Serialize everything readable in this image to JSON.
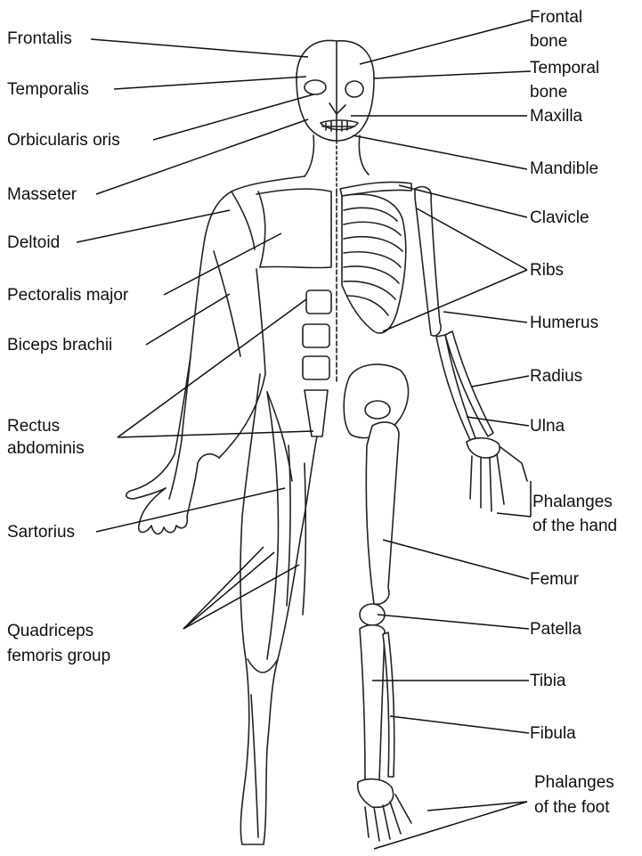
{
  "labels": {
    "frontalis": "Frontalis",
    "temporalis": "Temporalis",
    "orbicularis_oris": "Orbicularis oris",
    "masseter": "Masseter",
    "deltoid": "Deltoid",
    "pectoralis_major": "Pectoralis major",
    "biceps_brachii": "Biceps brachii",
    "rectus_abdominis_1": "Rectus",
    "rectus_abdominis_2": "abdominis",
    "sartorius": "Sartorius",
    "quadriceps_1": "Quadriceps",
    "quadriceps_2": "femoris group",
    "frontal_bone_1": "Frontal",
    "frontal_bone_2": "bone",
    "temporal_bone_1": "Temporal",
    "temporal_bone_2": "bone",
    "maxilla": "Maxilla",
    "mandible": "Mandible",
    "clavicle": "Clavicle",
    "ribs": "Ribs",
    "humerus": "Humerus",
    "radius": "Radius",
    "ulna": "Ulna",
    "phalanges_hand_1": "Phalanges",
    "phalanges_hand_2": "of the hand",
    "femur": "Femur",
    "patella": "Patella",
    "tibia": "Tibia",
    "fibula": "Fibula",
    "phalanges_foot_1": "Phalanges",
    "phalanges_foot_2": "of the foot"
  },
  "colors": {
    "ink": "#111111",
    "background": "#ffffff"
  }
}
